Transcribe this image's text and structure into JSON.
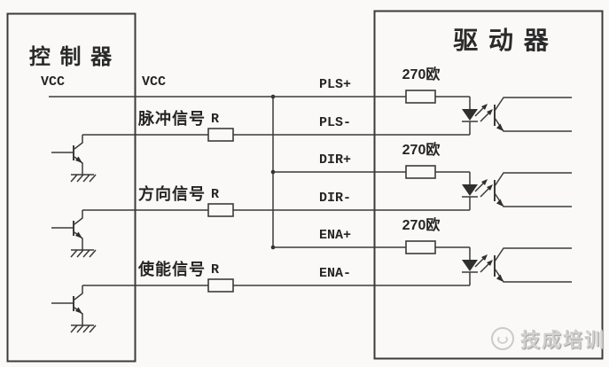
{
  "controller": {
    "title": "控 制 器",
    "vcc_label": "VCC"
  },
  "driver": {
    "title": "驱 动 器"
  },
  "vcc_wire_label": "VCC",
  "channels": [
    {
      "signal_cn": "脉冲信号",
      "series_resistor": "R",
      "plus": "PLS+",
      "minus": "PLS-",
      "driver_resistor": "270欧"
    },
    {
      "signal_cn": "方向信号",
      "series_resistor": "R",
      "plus": "DIR+",
      "minus": "DIR-",
      "driver_resistor": "270欧"
    },
    {
      "signal_cn": "使能信号",
      "series_resistor": "R",
      "plus": "ENA+",
      "minus": "ENA-",
      "driver_resistor": "270欧"
    }
  ],
  "watermark": {
    "logo_icon": "jicheng-logo",
    "text": "技成培训"
  },
  "colors": {
    "line": "#3b3b3b",
    "text": "#242424",
    "background": "#faf9f7",
    "watermark": "#d3d1cd"
  }
}
